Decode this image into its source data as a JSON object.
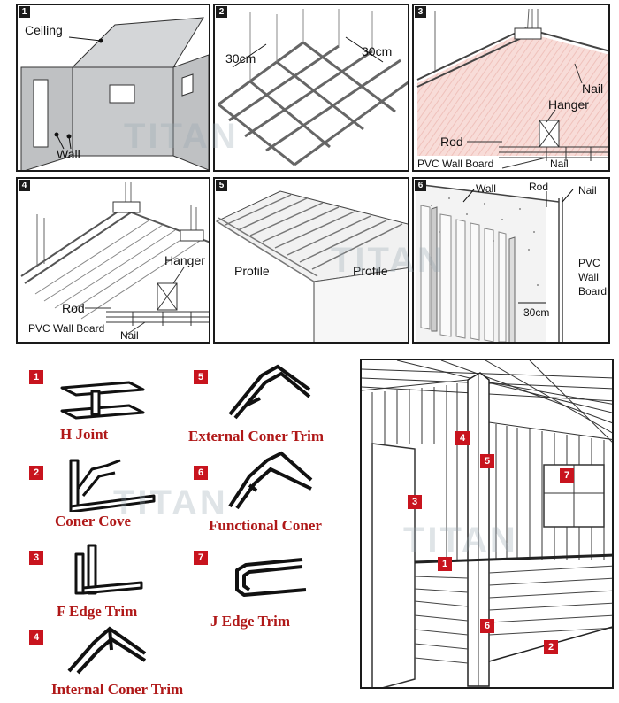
{
  "panels": [
    {
      "number": "1",
      "labels": {
        "ceiling": "Ceiling",
        "wall": "Wall"
      }
    },
    {
      "number": "2",
      "labels": {
        "spacing_a": "30cm",
        "spacing_b": "30cm"
      }
    },
    {
      "number": "3",
      "labels": {
        "nail_top": "Nail",
        "hanger": "Hanger",
        "rod": "Rod",
        "board": "PVC Wall Board",
        "nail_bottom": "Nail"
      }
    },
    {
      "number": "4",
      "labels": {
        "hanger": "Hanger",
        "rod": "Rod",
        "board": "PVC Wall Board",
        "nail": "Nail"
      }
    },
    {
      "number": "5",
      "labels": {
        "profile_left": "Profile",
        "profile_right": "Profile"
      }
    },
    {
      "number": "6",
      "labels": {
        "wall": "Wall",
        "rod": "Rod",
        "nail": "Nail",
        "board_1": "PVC",
        "board_2": "Wall",
        "board_3": "Board",
        "spacing": "30cm"
      }
    }
  ],
  "trims": [
    {
      "number": "1",
      "name": "H Joint",
      "icon": "h-joint-icon"
    },
    {
      "number": "5",
      "name": "External Coner Trim",
      "icon": "external-corner-trim-icon"
    },
    {
      "number": "2",
      "name": "Coner Cove",
      "icon": "corner-cove-icon"
    },
    {
      "number": "6",
      "name": "Functional Coner",
      "icon": "functional-corner-icon"
    },
    {
      "number": "3",
      "name": "F Edge Trim",
      "icon": "f-edge-trim-icon"
    },
    {
      "number": "7",
      "name": "J Edge Trim",
      "icon": "j-edge-trim-icon"
    },
    {
      "number": "4",
      "name": "Internal Coner Trim",
      "icon": "internal-corner-trim-icon"
    }
  ],
  "room_markers": [
    "4",
    "5",
    "3",
    "7",
    "1",
    "6",
    "2"
  ],
  "watermark": "TITAN",
  "colors": {
    "badge": "#c8141e",
    "trim_text": "#b01818",
    "hatch": "#f6d2cf"
  }
}
